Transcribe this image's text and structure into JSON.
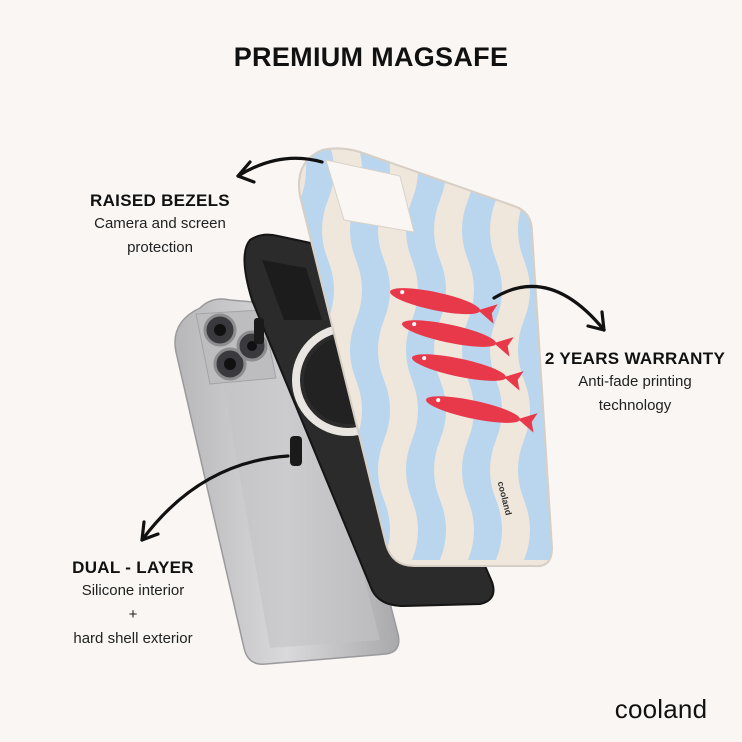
{
  "title": "PREMIUM MAGSAFE",
  "callouts": {
    "raised_bezels": {
      "heading": "RAISED BEZELS",
      "line1": "Camera and screen",
      "line2": "protection"
    },
    "warranty": {
      "heading": "2 YEARS WARRANTY",
      "line1": "Anti-fade printing",
      "line2": "technology"
    },
    "dual_layer": {
      "heading": "DUAL - LAYER",
      "line1": "Silicone interior",
      "line2": "+",
      "line3": "hard shell exterior"
    }
  },
  "case_print_logo": "cooland",
  "brand": "cooland",
  "icons": [
    "curved-arrow-icon"
  ],
  "colors": {
    "background": "#f9f6f3",
    "stripe_blue": "#b9d6ee",
    "stripe_cream": "#efe6dc",
    "fish_red": "#e8394b",
    "inner_case": "#2a2a2a",
    "phone_silver": "#cfcfd1"
  }
}
